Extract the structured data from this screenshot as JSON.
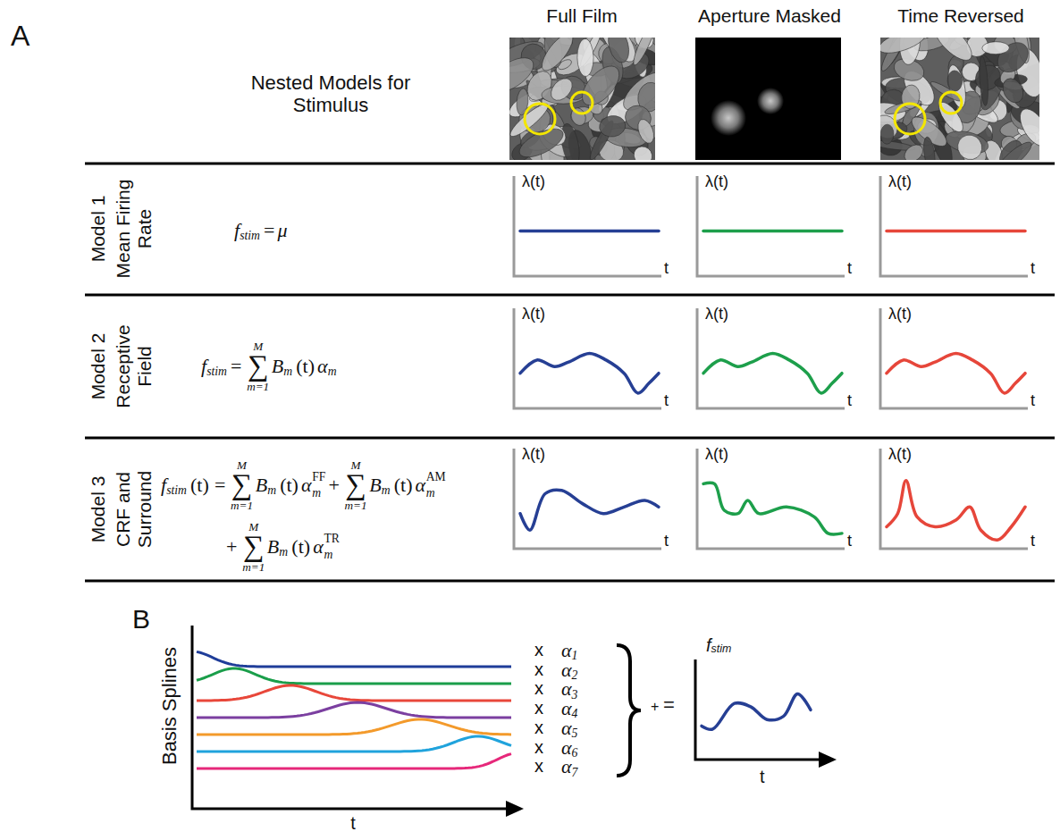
{
  "diagram": {
    "labels": [
      "A",
      "Nested Models for Stimulus",
      "Full Film",
      "Aperture Masked",
      "Time Reversed",
      "Model 1",
      "Mean Firing Rate",
      "f",
      "stim",
      "=",
      "μ",
      "λ(t)",
      "t",
      "λ(t)",
      "t",
      "λ(t)",
      "t",
      "Model 2",
      "Receptive Field",
      "f",
      "stim",
      "=",
      "M",
      "∑",
      "m=1",
      "B",
      "m",
      "(t)",
      "α",
      "m",
      "λ(t)",
      "t",
      "λ(t)",
      "t",
      "λ(t)",
      "t",
      "Model 3",
      "CRF and Surround",
      "f",
      "stim",
      "(t)",
      "=",
      "M",
      "∑",
      "m=1",
      "B",
      "m",
      "(t)",
      "α",
      "m",
      "FF",
      "+",
      "M",
      "∑",
      "m=1",
      "B",
      "m",
      "(t)",
      "α",
      "m",
      "AM",
      "+",
      "M",
      "∑",
      "m=1",
      "B",
      "m",
      "(t)",
      "α",
      "m",
      "TR",
      "λ(t)",
      "t",
      "λ(t)",
      "t",
      "λ(t)",
      "t",
      "B",
      "Basis Splines",
      "t",
      "x",
      "α",
      "1",
      "x",
      "α",
      "2",
      "x",
      "α",
      "3",
      "x",
      "α",
      "4",
      "x",
      "α",
      "5",
      "x",
      "α",
      "6",
      "x",
      "α",
      "7",
      "+",
      "=",
      "f",
      "stim",
      "t"
    ]
  }
}
